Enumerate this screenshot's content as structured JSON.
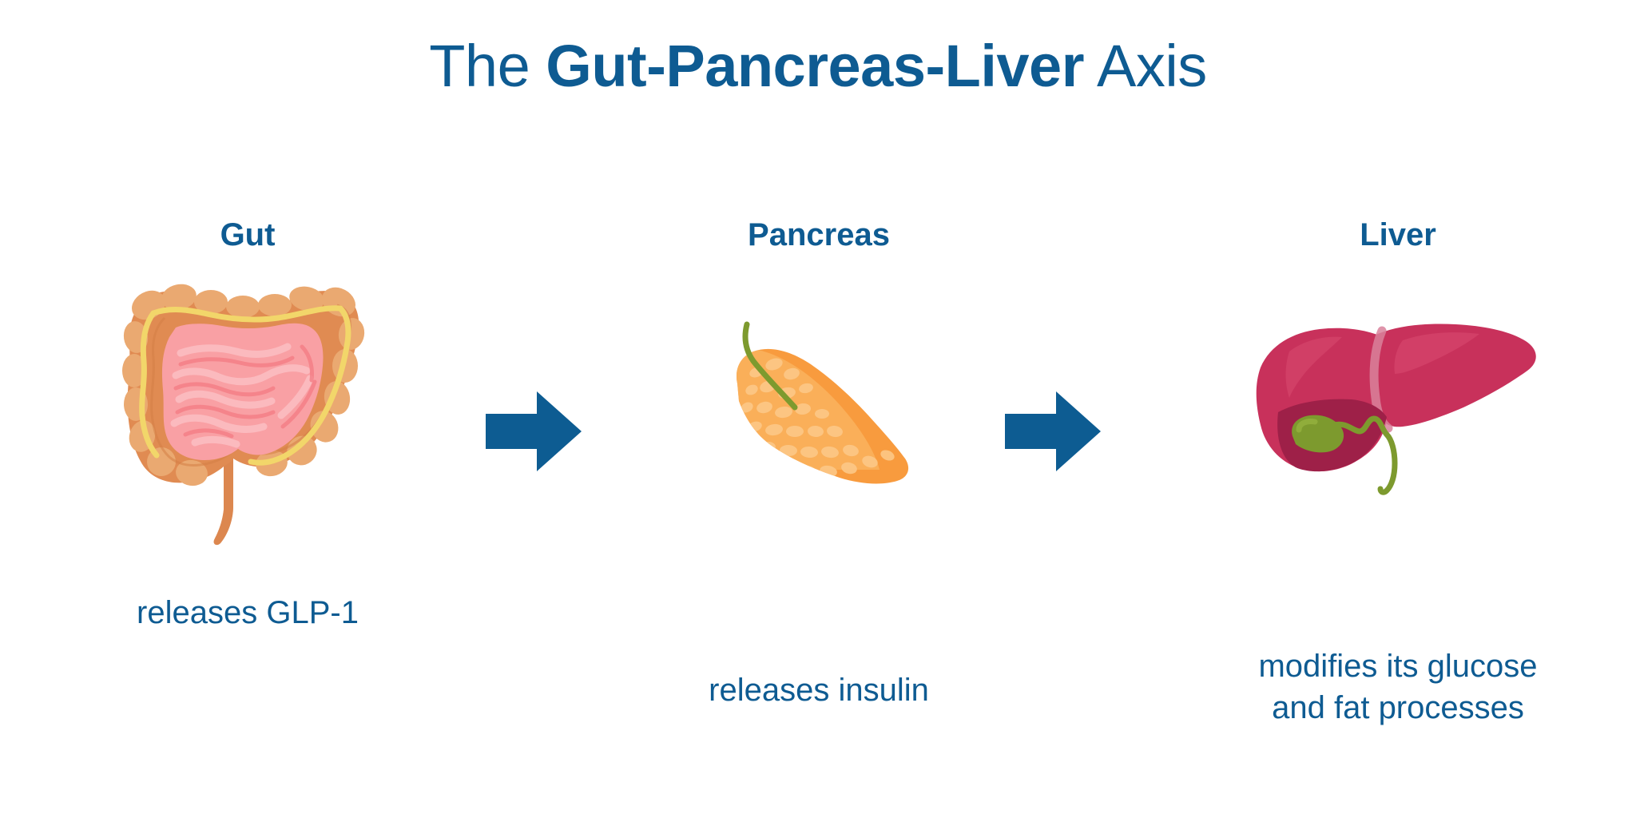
{
  "title": {
    "prefix": "The ",
    "emphasis": "Gut-Pancreas-Liver",
    "suffix": " Axis",
    "full": "The Gut-Pancreas-Liver Axis"
  },
  "colors": {
    "brand_blue": "#0e5b92",
    "arrow_blue": "#0d5c92",
    "background": "#ffffff",
    "gut_colon": "#e08b52",
    "gut_colon_light": "#eaa971",
    "gut_tenia": "#f2d66a",
    "gut_small_intestine": "#f9a0a4",
    "gut_small_intestine_light": "#fcbcc0",
    "pancreas": "#f89b3e",
    "pancreas_light": "#fbc077",
    "pancreas_duct": "#7d9a2e",
    "liver": "#c8315b",
    "liver_dark": "#9e2048",
    "liver_highlight": "#d94a70",
    "liver_gallbladder": "#7d9a2e"
  },
  "flow": {
    "steps": [
      {
        "id": "gut",
        "label": "Gut",
        "icon": "intestine-illustration",
        "caption": "releases GLP-1",
        "caption_lines": [
          "releases GLP-1"
        ]
      },
      {
        "id": "pancreas",
        "label": "Pancreas",
        "icon": "pancreas-illustration",
        "caption": "releases insulin",
        "caption_lines": [
          "releases insulin"
        ]
      },
      {
        "id": "liver",
        "label": "Liver",
        "icon": "liver-illustration",
        "caption": "modifies its glucose and fat processes",
        "caption_lines": [
          "modifies its glucose",
          "and fat processes"
        ]
      }
    ],
    "connectors": [
      {
        "id": "arrow-gut-to-pancreas",
        "icon": "right-arrow-icon",
        "direction": "right"
      },
      {
        "id": "arrow-pancreas-to-liver",
        "icon": "right-arrow-icon",
        "direction": "right"
      }
    ]
  }
}
